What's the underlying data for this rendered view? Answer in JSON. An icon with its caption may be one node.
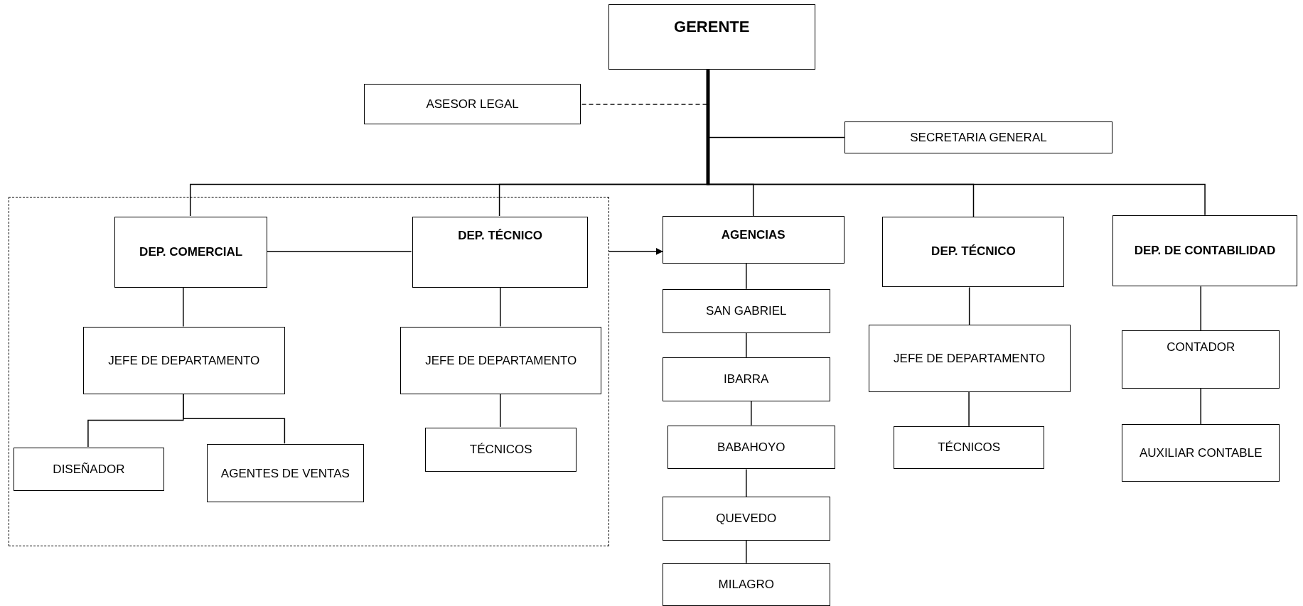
{
  "diagram": {
    "nodes": [
      {
        "text": [
          "GERENTE"
        ]
      },
      {
        "text": [
          "ASESOR LEGAL"
        ]
      },
      {
        "text": [
          "SECRETARIA GENERAL"
        ]
      },
      {
        "text": [],
        "shape": "box"
      },
      {
        "text": [
          "DEP. COMERCIAL"
        ],
        "in": 3
      },
      {
        "text": [
          "DEP. TÉCNICO"
        ],
        "in": 3
      },
      {
        "text": [
          "JEFE DE DEPARTAMENTO"
        ],
        "in": 3
      },
      {
        "text": [
          "DISEÑADOR"
        ],
        "in": 3
      },
      {
        "text": [
          "AGENTES DE VENTAS"
        ],
        "in": 3
      },
      {
        "text": [
          "JEFE DE DEPARTAMENTO"
        ],
        "in": 3
      },
      {
        "text": [
          "TÉCNICOS"
        ],
        "in": 3
      },
      {
        "text": [
          "AGENCIAS"
        ]
      },
      {
        "text": [
          "SAN GABRIEL"
        ]
      },
      {
        "text": [
          "IBARRA"
        ]
      },
      {
        "text": [
          "BABAHOYO"
        ]
      },
      {
        "text": [
          "QUEVEDO"
        ]
      },
      {
        "text": [
          "MILAGRO"
        ]
      },
      {
        "text": [
          "DEP. TÉCNICO"
        ]
      },
      {
        "text": [
          "JEFE DE DEPARTAMENTO"
        ]
      },
      {
        "text": [
          "TÉCNICOS"
        ]
      },
      {
        "text": [
          "DEP. DE CONTABILIDAD"
        ]
      },
      {
        "text": [
          "CONTADOR"
        ]
      },
      {
        "text": [
          "AUXILIAR CONTABLE"
        ]
      }
    ],
    "edges": [
      {
        "from": 0,
        "to": 1,
        "arrow": "none",
        "style": "dashed"
      },
      {
        "from": 0,
        "to": 2,
        "arrow": "none"
      },
      {
        "from": 0,
        "to": 4,
        "arrow": "none"
      },
      {
        "from": 0,
        "to": 5,
        "arrow": "none"
      },
      {
        "from": 0,
        "to": 11,
        "arrow": "none"
      },
      {
        "from": 0,
        "to": 17,
        "arrow": "none"
      },
      {
        "from": 0,
        "to": 20,
        "arrow": "none"
      },
      {
        "from": 4,
        "to": 5,
        "arrow": "none"
      },
      {
        "from": 4,
        "to": 6,
        "arrow": "none"
      },
      {
        "from": 6,
        "to": 7,
        "arrow": "none"
      },
      {
        "from": 6,
        "to": 8,
        "arrow": "none"
      },
      {
        "from": 5,
        "to": 9,
        "arrow": "none"
      },
      {
        "from": 9,
        "to": 10,
        "arrow": "none"
      },
      {
        "from": 3,
        "to": 11,
        "arrow": "to"
      },
      {
        "from": 11,
        "to": 12,
        "arrow": "none"
      },
      {
        "from": 12,
        "to": 13,
        "arrow": "none"
      },
      {
        "from": 13,
        "to": 14,
        "arrow": "none"
      },
      {
        "from": 14,
        "to": 15,
        "arrow": "none"
      },
      {
        "from": 15,
        "to": 16,
        "arrow": "none"
      },
      {
        "from": 17,
        "to": 18,
        "arrow": "none"
      },
      {
        "from": 18,
        "to": 19,
        "arrow": "none"
      },
      {
        "from": 20,
        "to": 21,
        "arrow": "none"
      },
      {
        "from": 21,
        "to": 22,
        "arrow": "none"
      }
    ]
  }
}
